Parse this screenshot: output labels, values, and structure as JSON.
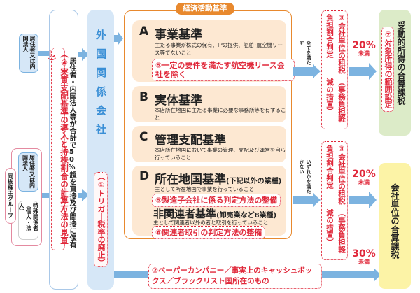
{
  "left": {
    "resident_top": "居住者又は内国法人",
    "group_label": "同族株主グループ",
    "resident_bottom": "居住者又は内国法人",
    "special_related": "特殊関係者（個人・法人）"
  },
  "ownership": {
    "text": "居住者・内国法人等が合計で50%超を直接及び間接に保有",
    "reform4": "（④実質支配基準の導入と持株割合の計算方法の見直し）"
  },
  "foreign_company": {
    "label": "外国関係会社",
    "reform1": "（①トリガー税率の廃止）"
  },
  "criteria": {
    "header": "経済活動基準",
    "A": {
      "letter": "A",
      "title": "事業基準",
      "desc": "主たる事業が株式の保有、IPの提供、船舶･航空機リース等でないこと",
      "reform": "⑤一定の要件を満たす航空機リース会社を除く"
    },
    "B": {
      "letter": "B",
      "title": "実体基準",
      "desc": "本店所在地国に主たる事業に必要な事務所等を有すること"
    },
    "C": {
      "letter": "C",
      "title": "管理支配基準",
      "desc": "本店所在地国において事業の管理、支配及び運営を自ら行っていること"
    },
    "D": {
      "letter": "D",
      "title": "所在地国基準",
      "title_note": "(下記以外の業種)",
      "desc": "主として所在地国で事業を行っていること",
      "reform": "⑤製造子会社に係る判定方法の整備",
      "sub_title": "非関連者基準",
      "sub_note": "(卸売業など8業種)",
      "sub_desc": "主として関連者以外の者と取引を行っていること",
      "sub_reform": "⑥関連者取引の判定方法の整備"
    }
  },
  "paper_company": "②ペーパーカンパニー／事実上のキャッシュボックス／ブラックリスト国所在のもの",
  "judgement": {
    "all_met": "全てを満たす",
    "any_not_met": "いずれかを満たさない",
    "tax_burden_top": "③会社単位の租税負担割合判定",
    "tax_burden_top_note": "（事務負担軽減の措置）",
    "tax_burden_bottom": "③会社単位の租税負担割合判定",
    "tax_burden_bottom_note": "（事務負担軽減の措置）",
    "rate20_top": "20%",
    "rate20_top_sub": "未満",
    "rate20_bottom": "20%",
    "rate20_bottom_sub": "未満",
    "rate30": "30%",
    "rate30_sub": "未満"
  },
  "outcomes": {
    "passive": "受動的所得の合算課税",
    "passive_reform": "⑦対象所得の範囲設定",
    "company": "会社単位の合算課税"
  },
  "colors": {
    "blue_arrow": "#7cb3e0",
    "blue_box": "#d6e7f7",
    "orange": "#e8892e",
    "peach": "#fde8d2",
    "red": "#e0283a",
    "green": "#dcebc8",
    "yellow": "#fcf3a6"
  }
}
